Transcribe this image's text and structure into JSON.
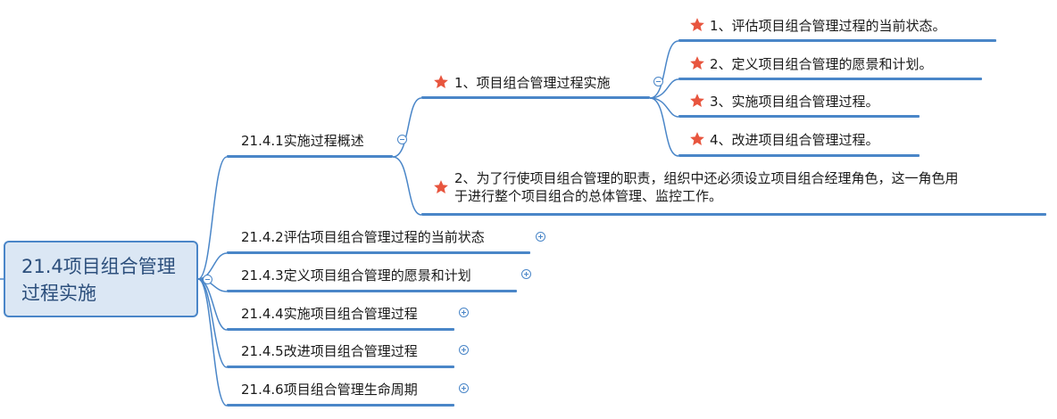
{
  "root": {
    "line1": "21.4项目组合管理",
    "line2": "过程实施"
  },
  "branches": [
    {
      "label": "21.4.1实施过程概述",
      "state": "expanded"
    },
    {
      "label": "21.4.2评估项目组合管理过程的当前状态",
      "state": "collapsed"
    },
    {
      "label": "21.4.3定义项目组合管理的愿景和计划",
      "state": "collapsed"
    },
    {
      "label": "21.4.4实施项目组合管理过程",
      "state": "collapsed"
    },
    {
      "label": "21.4.5改进项目组合管理过程",
      "state": "collapsed"
    },
    {
      "label": "21.4.6项目组合管理生命周期",
      "state": "collapsed"
    }
  ],
  "sub": [
    {
      "label": "1、项目组合管理过程实施",
      "marker": "star-icon",
      "state": "expanded"
    },
    {
      "line1": "2、为了行使项目组合管理的职责，组织中还必须设立项目组合经理角色，这一角色用",
      "line2": "于进行整个项目组合的总体管理、监控工作。",
      "marker": "star-icon"
    }
  ],
  "leaves": [
    {
      "label": "1、评估项目组合管理过程的当前状态。",
      "marker": "star-icon"
    },
    {
      "label": "2、定义项目组合管理的愿景和计划。",
      "marker": "star-icon"
    },
    {
      "label": "3、实施项目组合管理过程。",
      "marker": "star-icon"
    },
    {
      "label": "4、改进项目组合管理过程。",
      "marker": "star-icon"
    }
  ],
  "colors": {
    "line": "#4a86c8",
    "root_fill": "#dbe7f4",
    "root_text": "#2c4f7c",
    "star": "#e8553e"
  }
}
